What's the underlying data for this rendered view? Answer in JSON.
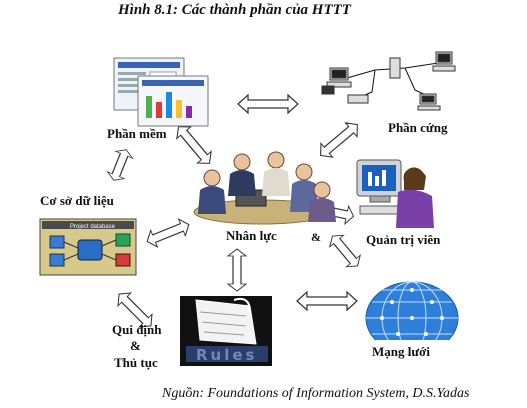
{
  "figure": {
    "title": "Hình 8.1: Các thành phần của HTTT",
    "source": "Nguồn: Foundations of Information System, D.S.Yadas"
  },
  "nodes": {
    "software": {
      "label": "Phần mềm",
      "icon": "software-screens-icon"
    },
    "hardware": {
      "label": "Phần cứng",
      "icon": "computer-network-icon"
    },
    "database": {
      "label": "Cơ sở dữ liệu",
      "icon": "database-icon",
      "inner_text": "Project database"
    },
    "people": {
      "label": "Nhân lực",
      "icon": "people-meeting-icon"
    },
    "admin": {
      "label": "Quản trị viên",
      "icon": "admin-at-computer-icon"
    },
    "rules": {
      "label_line1": "Qui định",
      "label_line2": "&",
      "label_line3": "Thủ tục",
      "icon": "rules-document-icon",
      "inner_text": "Rules"
    },
    "network": {
      "label": "Mạng lưới",
      "icon": "globe-network-icon"
    },
    "ampersand": "&"
  },
  "colors": {
    "arrow_fill": "#ffffff",
    "arrow_stroke": "#333333",
    "screen_blue": "#2a56b8",
    "globe_blue": "#2f7fd8",
    "db_panel": "#d6c98a",
    "admin_purple": "#7a3fa8"
  }
}
